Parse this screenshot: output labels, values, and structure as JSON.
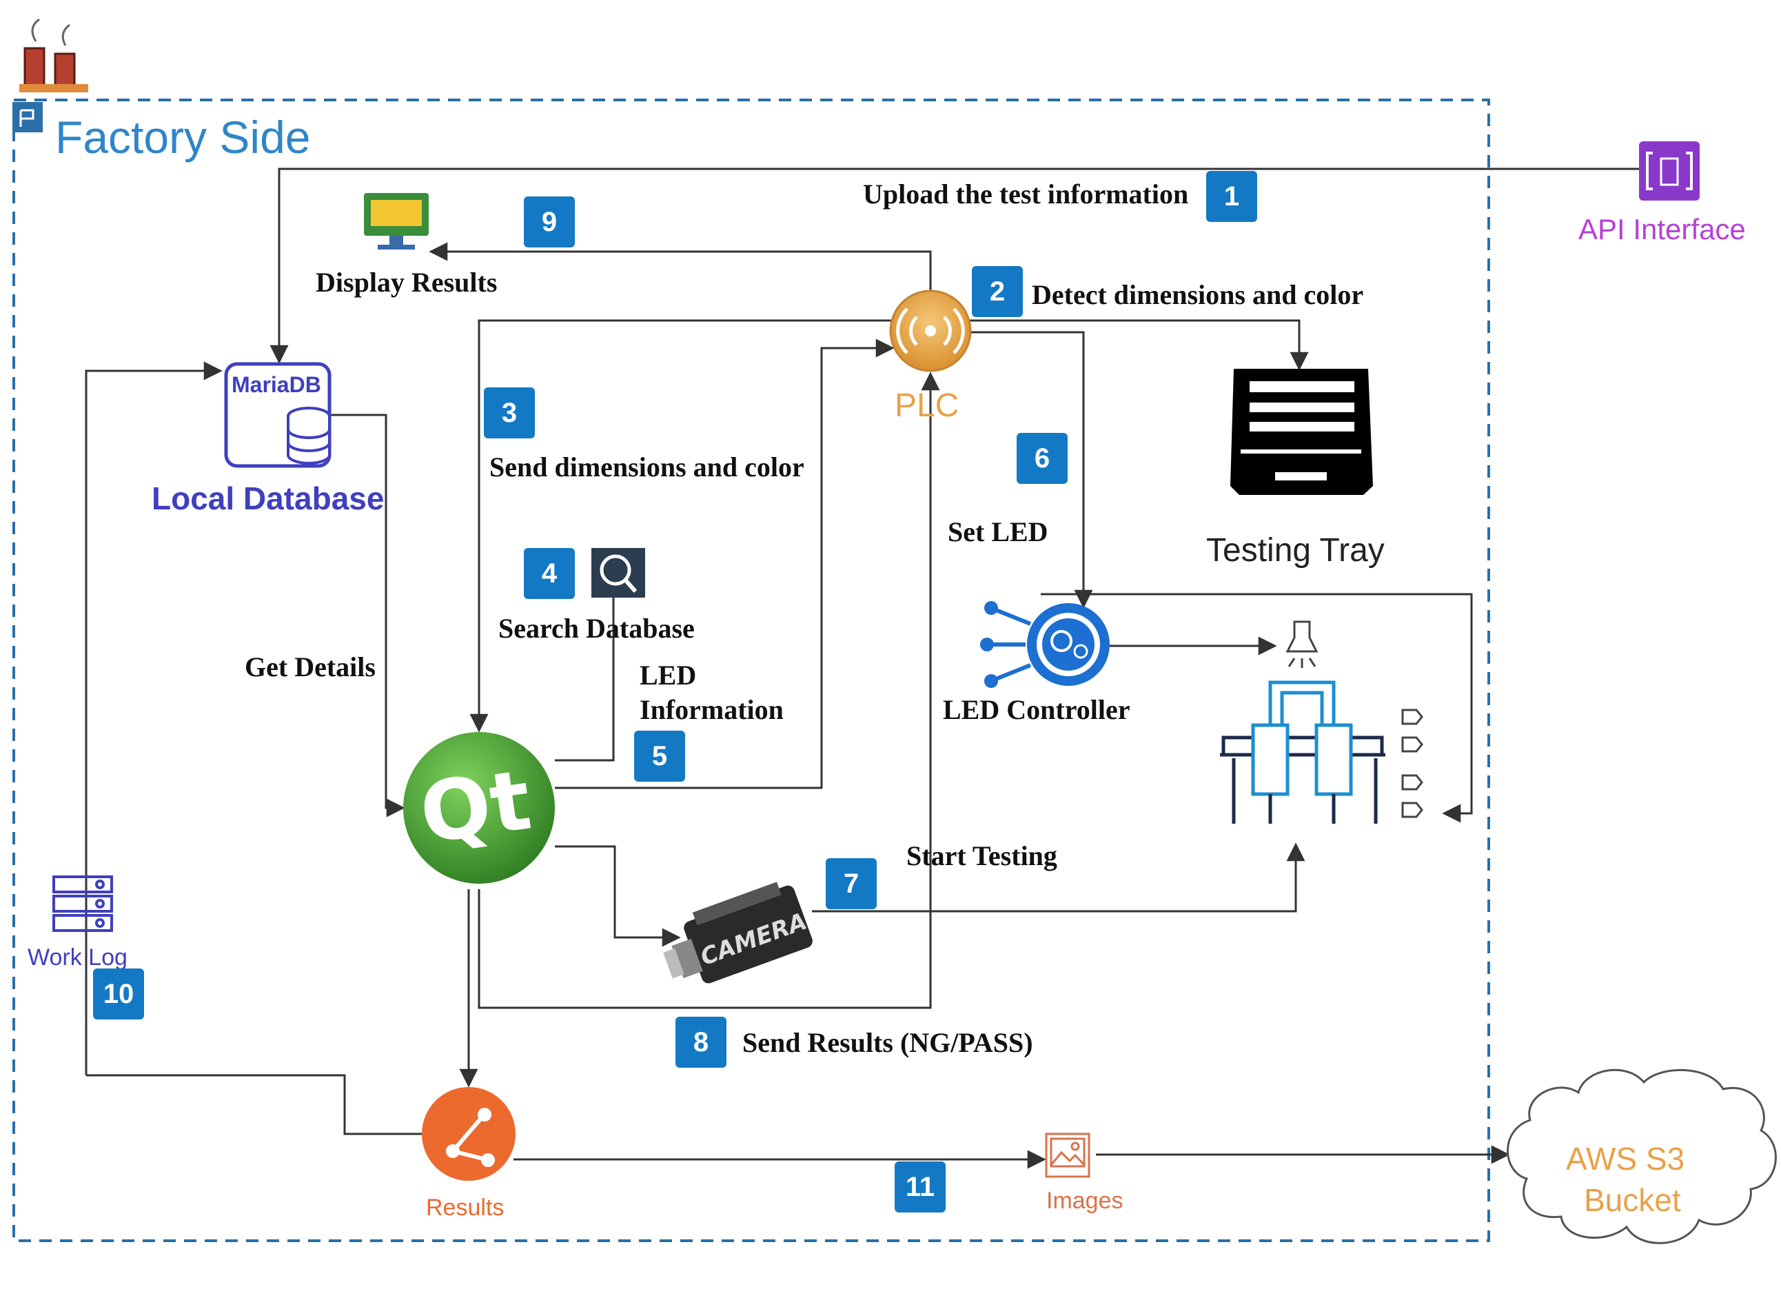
{
  "region": {
    "title": "Factory Side"
  },
  "nodes": {
    "api": "API Interface",
    "local_db": "Local Database",
    "mariadb": "MariaDB",
    "plc": "PLC",
    "testing_tray": "Testing Tray",
    "led_controller": "LED Controller",
    "work_log": "Work Log",
    "results": "Results",
    "images": "Images",
    "aws_s3": [
      "AWS S3",
      "Bucket"
    ],
    "camera_text": "CAMERA",
    "qt": "Qt"
  },
  "steps": [
    {
      "num": "1",
      "label": "Upload the test information"
    },
    {
      "num": "2",
      "label": "Detect dimensions and color"
    },
    {
      "num": "3",
      "label": "Send dimensions and color"
    },
    {
      "num": "4",
      "label": "Search Database"
    },
    {
      "num": "5",
      "label": [
        "LED",
        "Information"
      ]
    },
    {
      "num": "6",
      "label": "Set LED"
    },
    {
      "num": "7",
      "label": "Start Testing"
    },
    {
      "num": "8",
      "label": "Send Results (NG/PASS)"
    },
    {
      "num": "9",
      "label": "Display Results"
    },
    {
      "num": "10",
      "label": ""
    },
    {
      "num": "11",
      "label": ""
    }
  ],
  "other_labels": {
    "get_details": "Get Details"
  },
  "colors": {
    "badge": "#1479c4",
    "factory_title": "#2e86c8",
    "local_db": "#3f3fbf",
    "api": "#b540d6",
    "plc": "#e8a24a",
    "results": "#ec6a2e",
    "aws": "#e8a24a",
    "qt": "#41a42d"
  },
  "icons": [
    "factory-icon",
    "flag-icon",
    "api-icon",
    "monitor-icon",
    "database-icon",
    "plc-antenna-icon",
    "testing-tray-icon",
    "search-icon",
    "qt-logo-icon",
    "led-controller-icon",
    "lamp-icon",
    "test-fixture-icon",
    "camera-icon",
    "work-log-icon",
    "results-share-icon",
    "image-icon",
    "cloud-icon"
  ]
}
